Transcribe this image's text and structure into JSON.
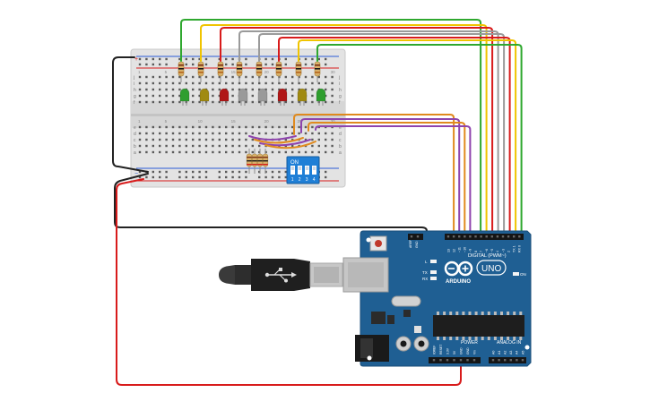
{
  "arduino": {
    "brand": "ARDUINO",
    "model": "UNO",
    "digital_label": "DIGITAL (PWM~)",
    "power_label": "POWER",
    "analog_label": "ANALOG IN",
    "on_label": "ON",
    "led_l_label": "L",
    "tx_label": "TX",
    "rx_label": "RX",
    "aref_label": "AREF",
    "gnd_label": "GND",
    "digital_pins": [
      "13",
      "12",
      "~11",
      "~10",
      "~9",
      "8",
      "7",
      "~6",
      "~5",
      "4",
      "~3",
      "2",
      "TX 1",
      "RX 0"
    ],
    "power_pins": [
      "IOREF",
      "RESET",
      "3.3V",
      "5V",
      "GND",
      "GND",
      "Vin"
    ],
    "analog_pins": [
      "A0",
      "A1",
      "A2",
      "A3",
      "A4",
      "A5"
    ]
  },
  "dip_switch": {
    "on_label": "ON",
    "positions": [
      "1",
      "2",
      "3",
      "4"
    ]
  },
  "breadboard": {
    "row_letters_top": [
      "j",
      "i",
      "h",
      "g",
      "f"
    ],
    "row_letters_bottom": [
      "e",
      "d",
      "c",
      "b",
      "a"
    ],
    "column_numbers": [
      "1",
      "5",
      "10",
      "15",
      "20",
      "25",
      "30"
    ]
  },
  "leds": {
    "colors": [
      "#2f9e2f",
      "#a08a12",
      "#b01818",
      "#9a9a9a",
      "#9a9a9a",
      "#b01818",
      "#a08a12",
      "#2f9e2f"
    ]
  },
  "wires": {
    "led_colors": [
      "#2fa82f",
      "#f0c400",
      "#d81b1b",
      "#9a9a9a",
      "#9a9a9a",
      "#d81b1b",
      "#f0c400",
      "#2fa82f"
    ],
    "switch_colors": [
      "#e08a1e",
      "#8e44ad",
      "#e08a1e",
      "#8e44ad"
    ],
    "ground_color": "#222222",
    "power_color": "#d81b1b"
  }
}
